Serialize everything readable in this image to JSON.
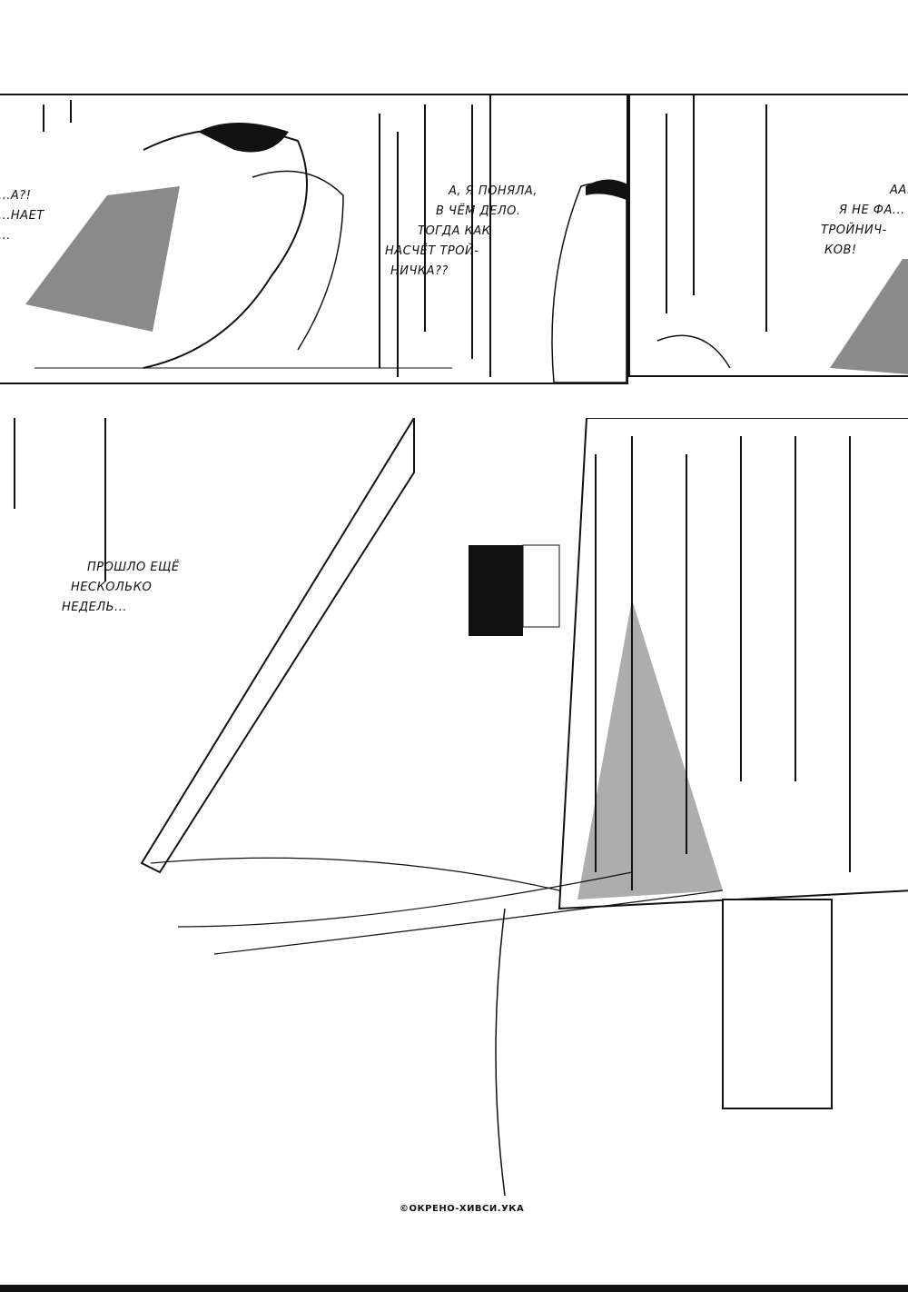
{
  "page": {
    "panels": [
      {
        "name": "panel-couple-talking",
        "lines": [
          "...А?!",
          "...НАЕТ",
          "..."
        ]
      },
      {
        "name": "panel-offer",
        "lines": [
          "А, Я ПОНЯЛА,",
          "В ЧЁМ ДЕЛО.",
          "ТОГДА КАК",
          "НАСЧЁТ ТРОЙ-",
          "НИЧКА??"
        ]
      },
      {
        "name": "panel-refusal",
        "lines": [
          "АА...",
          "Я НЕ ФА...",
          "ТРОЙНИЧ-",
          "КОВ!"
        ]
      },
      {
        "name": "panel-street",
        "lines": [
          "ПРОШЛО ЕЩЁ",
          "НЕСКОЛЬКО",
          "НЕДЕЛЬ..."
        ]
      }
    ],
    "credit": "©ОКРЕНО-ХИВСИ.УКА",
    "colors": {
      "ink": "#111111",
      "paper": "#ffffff",
      "tone": "#8a8a8a"
    }
  }
}
